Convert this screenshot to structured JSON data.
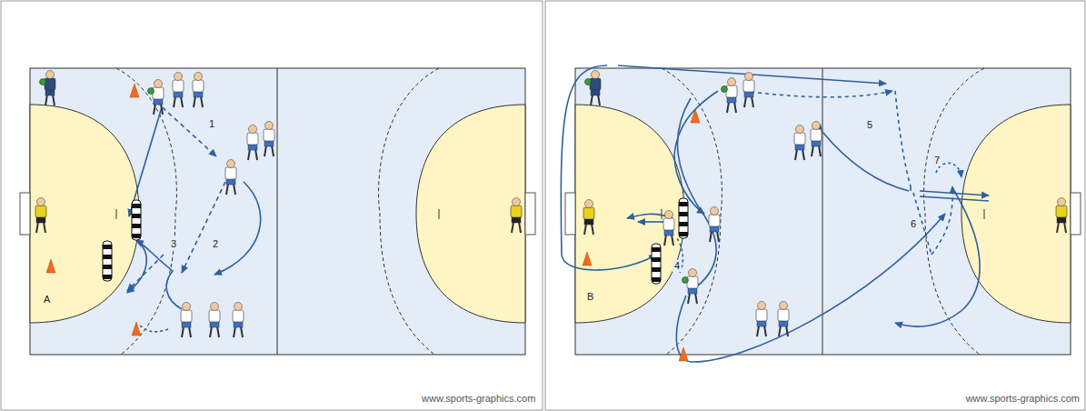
{
  "diagram": {
    "labels": [
      "1",
      "2",
      "3",
      "A",
      "www.sports-graphics.com",
      "4",
      "5",
      "6",
      "7",
      "B",
      "www.sports-graphics.com"
    ]
  }
}
